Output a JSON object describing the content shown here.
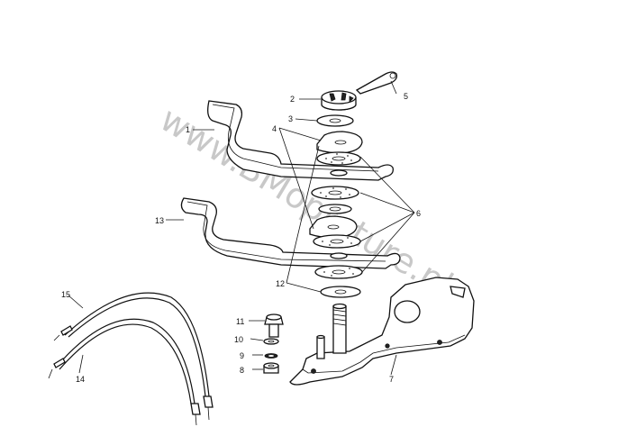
{
  "watermark": "www.BMoptoture.pl",
  "callouts": [
    {
      "id": "c1",
      "text": "1"
    },
    {
      "id": "c2",
      "text": "2"
    },
    {
      "id": "c3",
      "text": "3"
    },
    {
      "id": "c4",
      "text": "4"
    },
    {
      "id": "c5",
      "text": "5"
    },
    {
      "id": "c6",
      "text": "6"
    },
    {
      "id": "c7",
      "text": "7"
    },
    {
      "id": "c8",
      "text": "8"
    },
    {
      "id": "c9",
      "text": "9"
    },
    {
      "id": "c10",
      "text": "10"
    },
    {
      "id": "c11",
      "text": "11"
    },
    {
      "id": "c12",
      "text": "12"
    },
    {
      "id": "c13",
      "text": "13"
    },
    {
      "id": "c14",
      "text": "14"
    },
    {
      "id": "c15",
      "text": "15"
    }
  ]
}
